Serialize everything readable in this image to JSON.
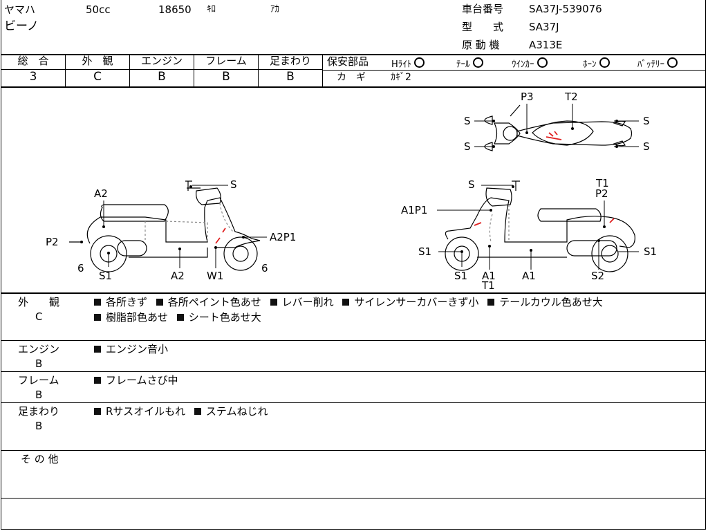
{
  "header": {
    "maker": "ヤマハ",
    "model": "ビーノ",
    "displacement": "50cc",
    "mileage": "18650",
    "mileage_unit": "ｷﾛ",
    "color": "ｱｶ",
    "frame_no_label": "車台番号",
    "frame_no": "SA37J-539076",
    "type_label": "型　　式",
    "type": "SA37J",
    "engine_label": "原 動 機",
    "engine": "A313E"
  },
  "grades": {
    "overall_label": "総　合",
    "overall": "3",
    "exterior_label": "外　観",
    "exterior": "C",
    "engine_label": "エンジン",
    "engine": "B",
    "frame_label": "フレーム",
    "frame": "B",
    "suspension_label": "足まわり",
    "suspension": "B"
  },
  "safety": {
    "label": "保安部品",
    "items": [
      {
        "name": "Hﾗｲﾄ"
      },
      {
        "name": "ﾃｰﾙ"
      },
      {
        "name": "ｳｲﾝｶｰ"
      },
      {
        "name": "ﾎｰﾝ"
      },
      {
        "name": "ﾊﾞｯﾃﾘｰ"
      }
    ],
    "key_label": "カ　ギ",
    "key_value": "ｶｷﾞ2"
  },
  "diagram": {
    "top_labels": [
      "P3",
      "T2",
      "S",
      "S",
      "S",
      "S"
    ],
    "left_labels": [
      "S",
      "A2",
      "P2",
      "6",
      "S1",
      "A2",
      "W1",
      "A2P1",
      "6"
    ],
    "right_labels": [
      "S",
      "T1",
      "P2",
      "A1P1",
      "S1",
      "S1",
      "A1",
      "T1",
      "A1",
      "S2",
      "S1"
    ]
  },
  "notes": {
    "exterior_label": "外　　観",
    "exterior_grade": "C",
    "exterior_items": [
      "各所きず",
      "各所ペイント色あせ",
      "レバー削れ",
      "サイレンサーカバーきず小",
      "テールカウル色あせ大",
      "樹脂部色あせ",
      "シート色あせ大"
    ],
    "engine_label": "エンジン",
    "engine_grade": "B",
    "engine_items": [
      "エンジン音小"
    ],
    "frame_label": "フレーム",
    "frame_grade": "B",
    "frame_items": [
      "フレームさび中"
    ],
    "suspension_label": "足まわり",
    "suspension_grade": "B",
    "suspension_items": [
      "Rサスオイルもれ",
      "ステムねじれ"
    ],
    "other_label": "そ の 他"
  },
  "colors": {
    "damage_mark": "#e02020",
    "line": "#000000",
    "hatch": "#888888"
  }
}
